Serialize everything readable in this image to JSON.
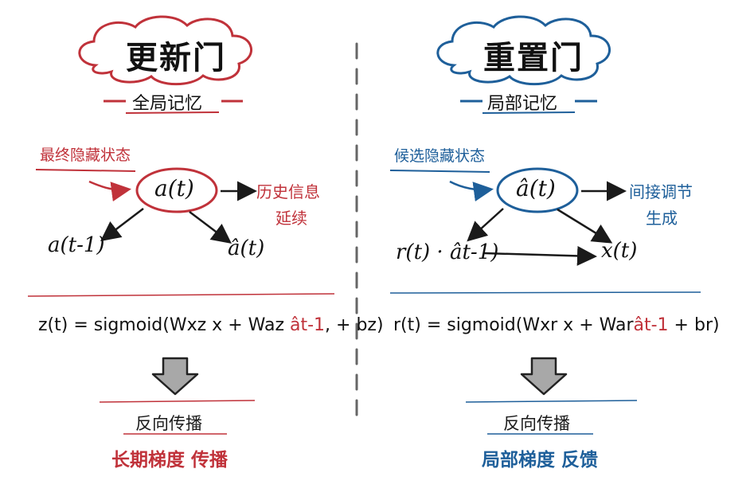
{
  "colors": {
    "red": "#c0323a",
    "blue": "#1e5f9a",
    "ink": "#1a1a1a",
    "divider": "#666666"
  },
  "left": {
    "title": "更新门",
    "subtitle": "全局记忆",
    "input_label": "最终隐藏状态",
    "center_node": "a(t)",
    "output_label_line1": "历史信息",
    "output_label_line2": "延续",
    "child_left": "a(t-1)",
    "child_right": "â(t)",
    "formula_start": "z(t) = sigmoid(Wxz x",
    "formula_mid": "+ Waz",
    "formula_hat": "ât-1",
    "formula_end": ", + bz)",
    "arrow_icon": "down-arrow-icon",
    "result_line1": "反向传播",
    "result_line2": "长期梯度 传播"
  },
  "right": {
    "title": "重置门",
    "subtitle": "局部记忆",
    "input_label": "候选隐藏状态",
    "center_node": "â(t)",
    "output_label_line1": "间接调节",
    "output_label_line2": "生成",
    "child_left": "r(t) · ât-1)",
    "child_right": "x(t)",
    "formula_start": "r(t) = sigmoid(Wxr x",
    "formula_mid": "+ War",
    "formula_hat": "ât-1",
    "formula_end": "+ br)",
    "arrow_icon": "down-arrow-icon",
    "result_line1": "反向传播",
    "result_line2": "局部梯度 反馈"
  }
}
